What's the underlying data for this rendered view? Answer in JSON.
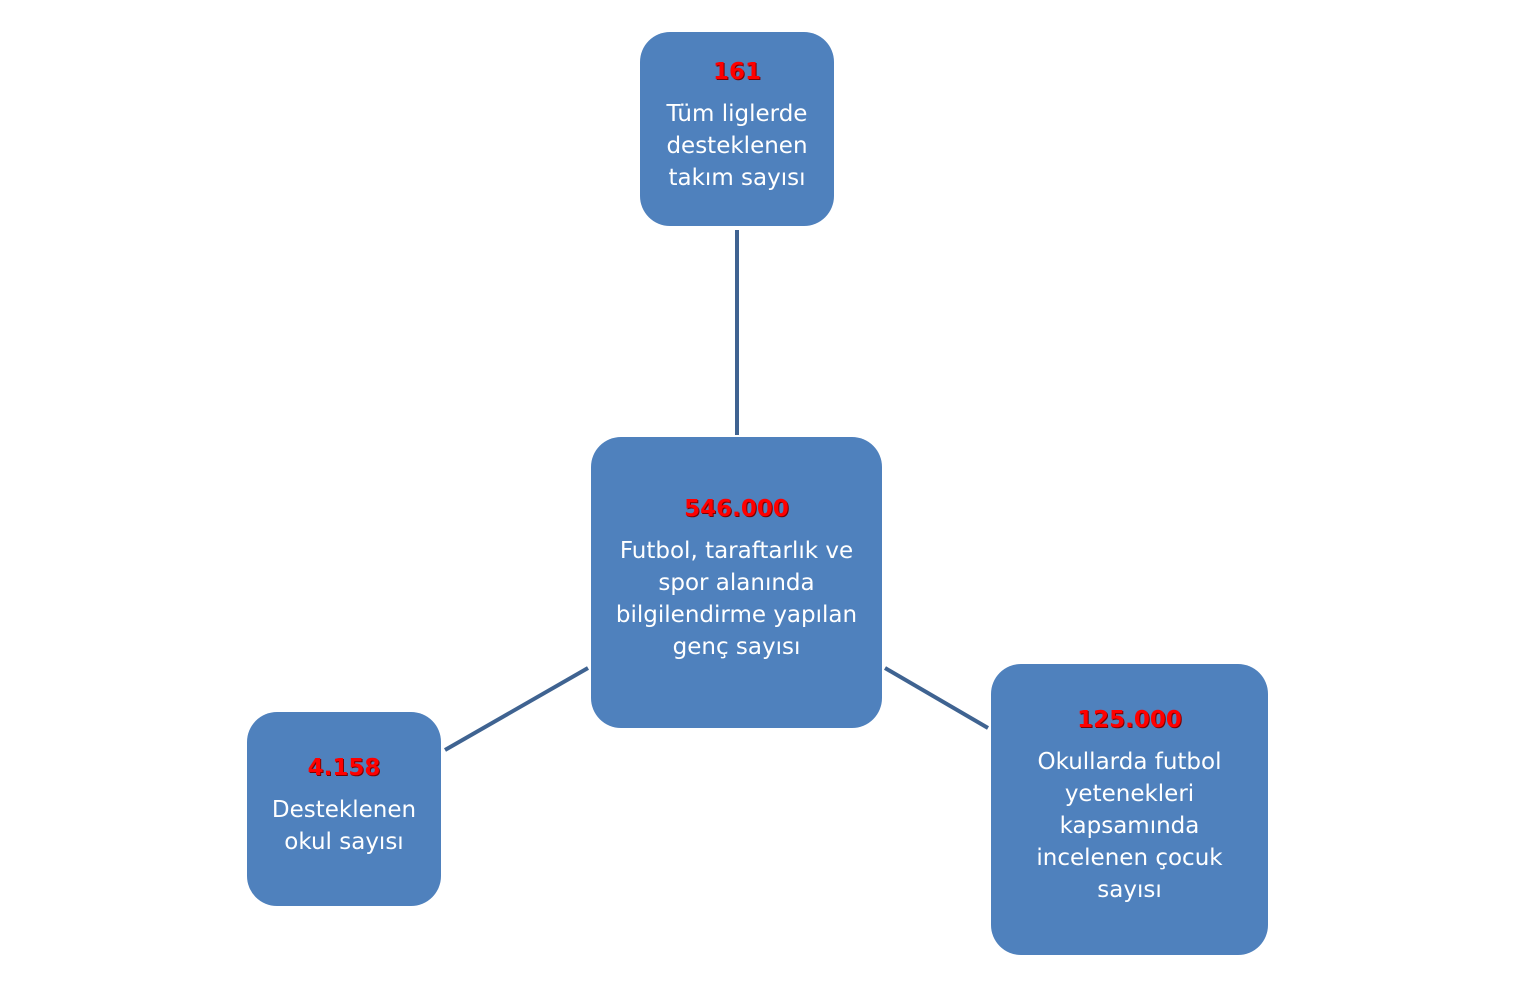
{
  "diagram": {
    "center": {
      "value": "546.000",
      "label": "Futbol, taraftarlık ve spor alanında bilgilendirme yapılan genç sayısı"
    },
    "top": {
      "value": "161",
      "label": "Tüm liglerde desteklenen takım sayısı"
    },
    "left": {
      "value": "4.158",
      "label": "Desteklenen okul sayısı"
    },
    "right": {
      "value": "125.000",
      "label": "Okullarda futbol yetenekleri kapsamında incelenen çocuk sayısı"
    }
  },
  "colors": {
    "node_fill": "#4f81bd",
    "connector": "#3f6391",
    "value_text": "#ff0000",
    "label_text": "#ffffff"
  }
}
